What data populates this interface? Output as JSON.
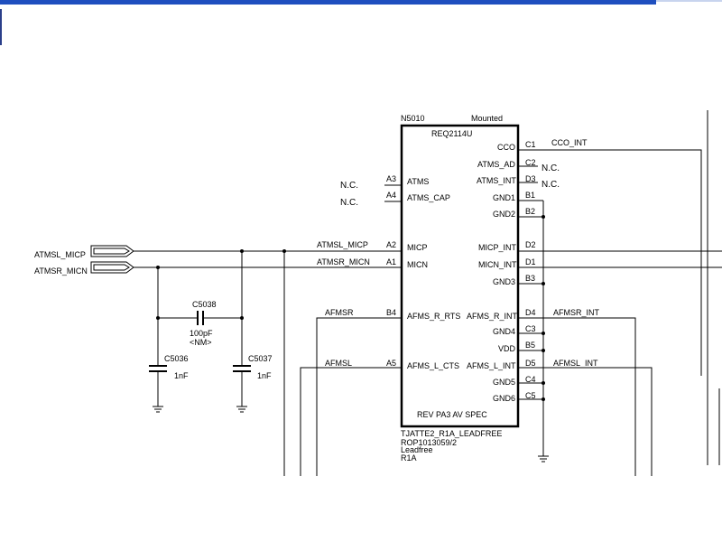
{
  "component": {
    "refdes": "N5010",
    "status": "Mounted",
    "part": "REQ2114U",
    "footer": "REV PA3 AV SPEC",
    "notes": [
      "TJATTE2_R1A_LEADFREE",
      "ROP1013059/2",
      "Leadfree",
      "R1A"
    ]
  },
  "left_pins": [
    {
      "num": "A3",
      "name": "ATMS",
      "net": "N.C."
    },
    {
      "num": "A4",
      "name": "ATMS_CAP",
      "net": "N.C."
    },
    {
      "num": "A2",
      "name": "MICP",
      "net": "ATMSL_MICP"
    },
    {
      "num": "A1",
      "name": "MICN",
      "net": "ATMSR_MICN"
    },
    {
      "num": "B4",
      "name": "AFMS_R_RTS",
      "net": "AFMSR"
    },
    {
      "num": "A5",
      "name": "AFMS_L_CTS",
      "net": "AFMSL"
    }
  ],
  "right_pins": [
    {
      "num": "C1",
      "name": "CCO",
      "net": "CCO_INT"
    },
    {
      "num": "C2",
      "name": "ATMS_AD",
      "net": "N.C."
    },
    {
      "num": "D3",
      "name": "ATMS_INT",
      "net": "N.C."
    },
    {
      "num": "B1",
      "name": "GND1",
      "net": ""
    },
    {
      "num": "B2",
      "name": "GND2",
      "net": ""
    },
    {
      "num": "D2",
      "name": "MICP_INT",
      "net": ""
    },
    {
      "num": "D1",
      "name": "MICN_INT",
      "net": ""
    },
    {
      "num": "B3",
      "name": "GND3",
      "net": ""
    },
    {
      "num": "D4",
      "name": "AFMS_R_INT",
      "net": "AFMSR_INT"
    },
    {
      "num": "C3",
      "name": "GND4",
      "net": ""
    },
    {
      "num": "B5",
      "name": "VDD",
      "net": ""
    },
    {
      "num": "D5",
      "name": "AFMS_L_INT",
      "net": "AFMSL_INT"
    },
    {
      "num": "C4",
      "name": "GND5",
      "net": ""
    },
    {
      "num": "C5",
      "name": "GND6",
      "net": ""
    }
  ],
  "connectors": [
    {
      "label": "ATMSL_MICP"
    },
    {
      "label": "ATMSR_MICN"
    }
  ],
  "capacitors": [
    {
      "ref": "C5038",
      "value": "100pF",
      "note": "<NM>"
    },
    {
      "ref": "C5036",
      "value": "1nF"
    },
    {
      "ref": "C5037",
      "value": "1nF"
    }
  ],
  "colors": {
    "wire": "#000000",
    "title_bar": "#1f4fbf"
  }
}
